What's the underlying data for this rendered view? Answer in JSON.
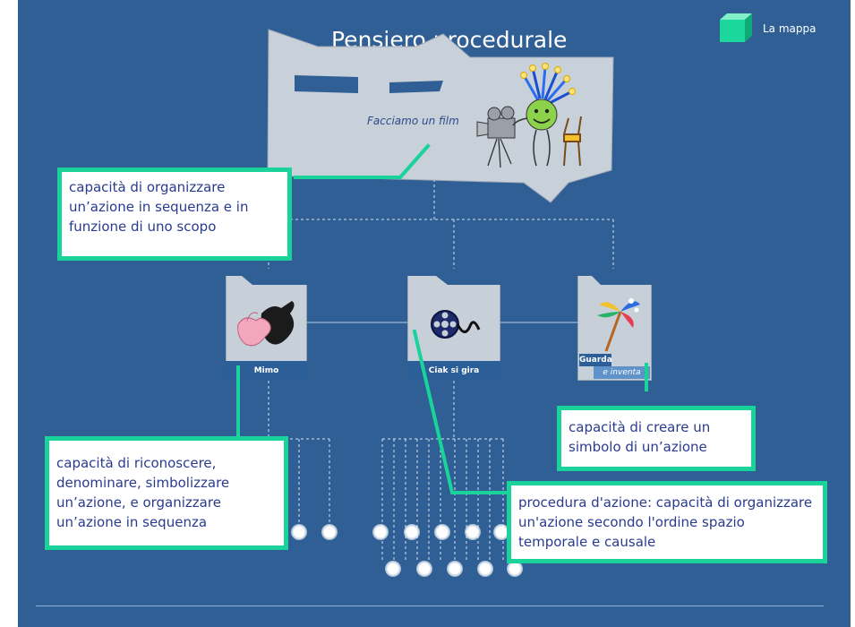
{
  "title": "Pensiero procedurale",
  "mappa": {
    "label": "La mappa"
  },
  "main_card": {
    "label": "Facciamo un film"
  },
  "cards": [
    {
      "caption": "Mimo"
    },
    {
      "caption": "Ciak si gira"
    },
    {
      "caption_line1": "Guarda",
      "caption_line2": "e inventa"
    }
  ],
  "notes": {
    "top": "capacità di organizzare un’azione in sequenza e in funzione di uno scopo",
    "left": "capacità di riconoscere, denominare, simbolizzare un’azione, e organizzare un’azione in sequenza",
    "right": "capacità di creare un simbolo di un’azione",
    "bottom": "procedura d'azione: capacità di organizzare un'azione secondo l'ordine spazio temporale e causale"
  },
  "colors": {
    "background": "#2f5f94",
    "note_border": "#19d39a",
    "note_text": "#2a3b8f",
    "cube": "#1bd79c"
  }
}
